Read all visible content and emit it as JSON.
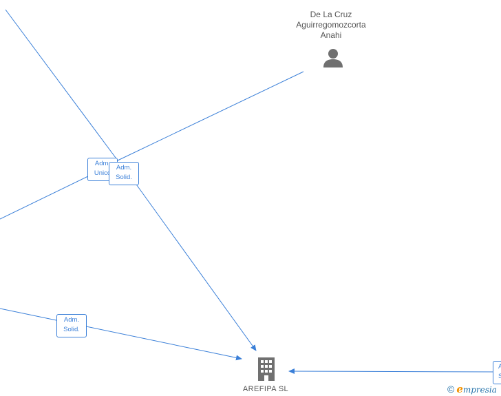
{
  "nodes": {
    "person": {
      "name_lines": [
        "De La Cruz",
        "Aguirregomozcorta",
        "Anahi"
      ]
    },
    "company": {
      "name": "AREFIPA  SL"
    }
  },
  "roles": [
    {
      "line1": "Adm.",
      "line2": "Unico"
    },
    {
      "line1": "Adm.",
      "line2": "Solid."
    },
    {
      "line1": "Adm.",
      "line2": "Solid."
    },
    {
      "line1": "A",
      "line2": "S"
    }
  ],
  "watermark": {
    "symbol": "©",
    "brand_first": "e",
    "brand_rest": "mpresia"
  },
  "colors": {
    "edge": "#3a7fd8",
    "icon": "#707070",
    "label": "#555555"
  }
}
